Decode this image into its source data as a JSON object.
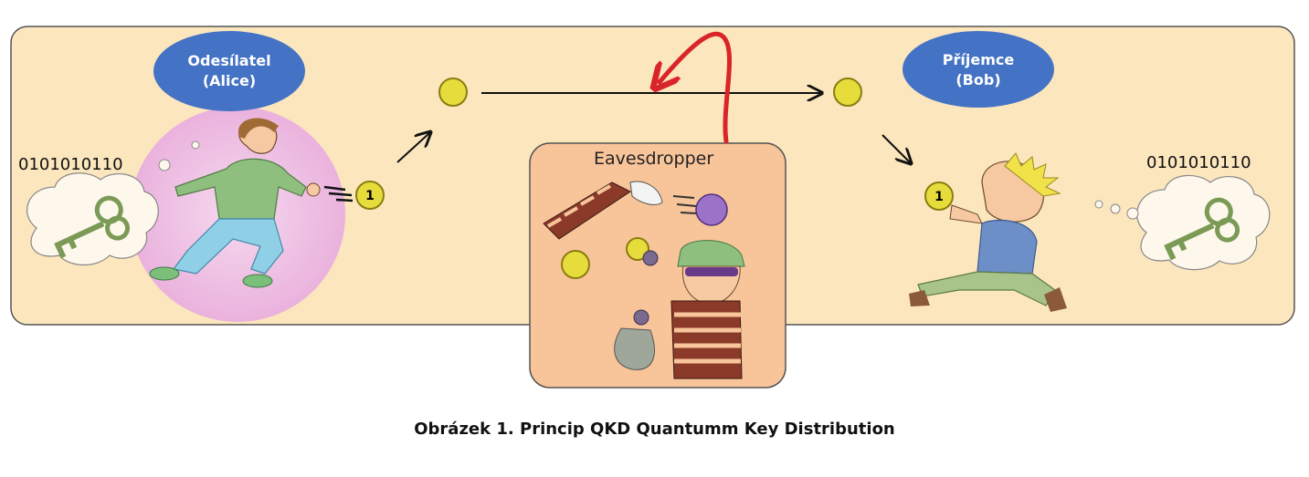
{
  "sender": {
    "line1": "Odesílatel",
    "line2": "(Alice)"
  },
  "receiver": {
    "line1": "Příjemce",
    "line2": "(Bob)"
  },
  "sender_bits": "0101010110",
  "receiver_bits": "0101010110",
  "eavesdropper_label": "Eavesdropper",
  "photon_value": "1",
  "caption": "Obrázek 1. Princip QKD Quantumm Key Distribution",
  "colors": {
    "panel": "#fbe6bd",
    "panel_border": "#555555",
    "ellipse": "#4472c4",
    "eve_box": "#f8c49a",
    "photon": "#e6dc3c",
    "intercept_arrow": "#d9252a"
  }
}
